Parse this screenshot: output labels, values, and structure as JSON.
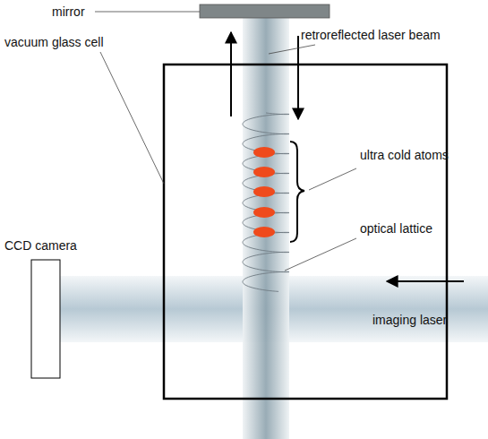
{
  "diagram": {
    "labels": [
      "mirror",
      "retroreflected laser beam",
      "vacuum glass cell",
      "ultra cold atoms",
      "optical lattice",
      "CCD camera",
      "imaging laser"
    ]
  }
}
